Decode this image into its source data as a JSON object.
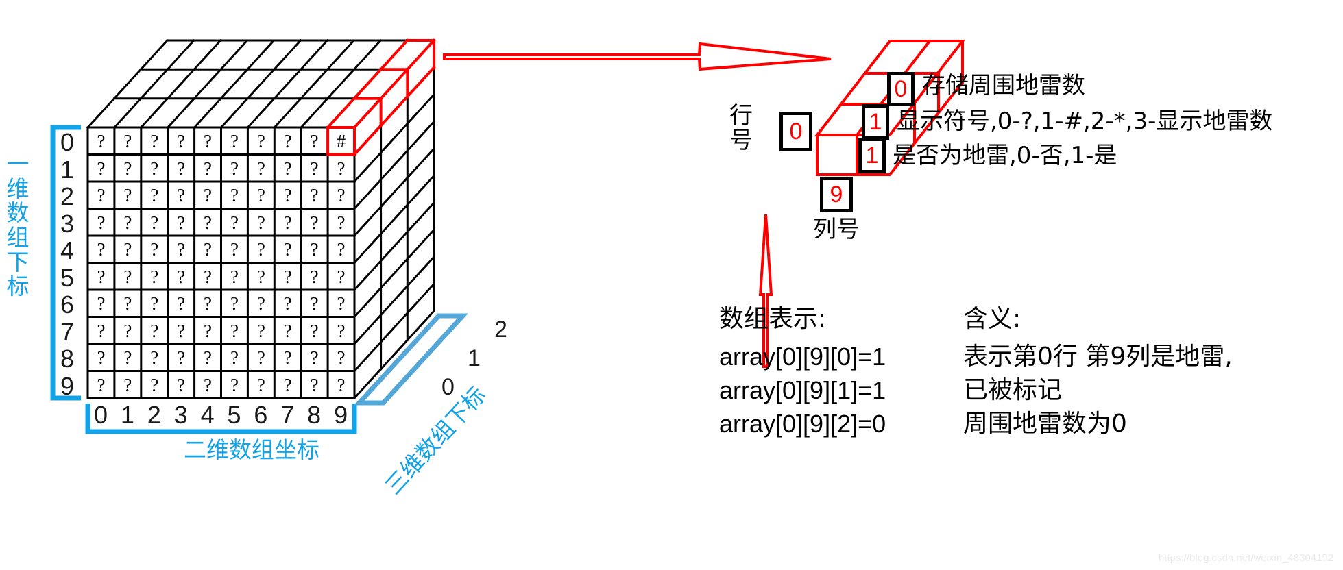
{
  "diagram": {
    "title": "Minesweeper three-dimensional array storage structure",
    "colors": {
      "accent_blue": "#13a3e8",
      "highlight_red": "#ff0000",
      "line_black": "#000000"
    }
  },
  "grid": {
    "rows": 10,
    "cols": 10,
    "depth": 3,
    "default_cell": "?",
    "marked_cell": "#",
    "marked_cell_row": 0,
    "marked_cell_col": 9,
    "row_indices": [
      "0",
      "1",
      "2",
      "3",
      "4",
      "5",
      "6",
      "7",
      "8",
      "9"
    ],
    "col_indices": [
      "0",
      "1",
      "2",
      "3",
      "4",
      "5",
      "6",
      "7",
      "8",
      "9"
    ],
    "depth_indices": [
      "0",
      "1",
      "2"
    ]
  },
  "labels": {
    "row_axis": "一维数组下标",
    "col_axis": "二维数组坐标",
    "depth_axis": "三维数组下标"
  },
  "callout": {
    "row_label": "行号",
    "row_value": "0",
    "col_label": "列号",
    "col_value": "9",
    "layers": [
      {
        "key": "0",
        "text": "存储周围地雷数"
      },
      {
        "key": "1",
        "text": "显示符号,0-?,1-#,2-*,3-显示地雷数"
      },
      {
        "key": "1b",
        "text": "是否为地雷,0-否,1-是"
      }
    ],
    "layer_key_top": "0",
    "layer_key_mid": "1",
    "layer_key_bottom": "1",
    "desc_top": "存储周围地雷数",
    "desc_mid": "显示符号,0-?,1-#,2-*,3-显示地雷数",
    "desc_bottom": "是否为地雷,0-否,1-是"
  },
  "table": {
    "header_left": "数组表示:",
    "header_right": "含义:",
    "rows": [
      {
        "code": "array[0][9][0]=1",
        "meaning": "表示第0行 第9列是地雷,"
      },
      {
        "code": "array[0][9][1]=1",
        "meaning": "已被标记"
      },
      {
        "code": "array[0][9][2]=0",
        "meaning": "周围地雷数为0"
      }
    ]
  },
  "watermark": "https://blog.csdn.net/weixin_48304192"
}
